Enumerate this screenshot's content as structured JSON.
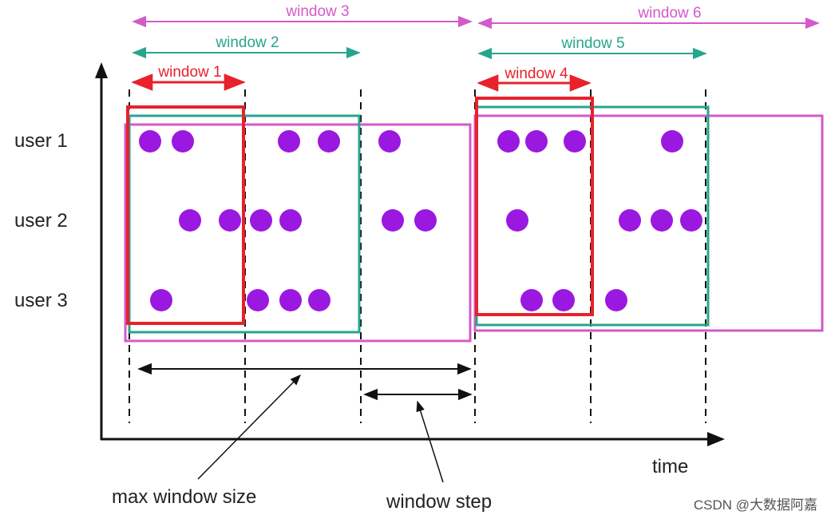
{
  "colors": {
    "red": "#e8212b",
    "teal": "#27a58c",
    "magenta": "#d35ac8",
    "dot": "#9b18e0",
    "ink": "#111111"
  },
  "windows": [
    {
      "label": "window 1",
      "color": "red"
    },
    {
      "label": "window 2",
      "color": "teal"
    },
    {
      "label": "window 3",
      "color": "magenta"
    },
    {
      "label": "window 4",
      "color": "red"
    },
    {
      "label": "window 5",
      "color": "teal"
    },
    {
      "label": "window 6",
      "color": "magenta"
    }
  ],
  "users": [
    "user 1",
    "user 2",
    "user 3"
  ],
  "axis": {
    "x_label": "time"
  },
  "annotations": {
    "max_window_size": "max window size",
    "window_step": "window step"
  },
  "watermark": "CSDN @大数据阿嘉"
}
